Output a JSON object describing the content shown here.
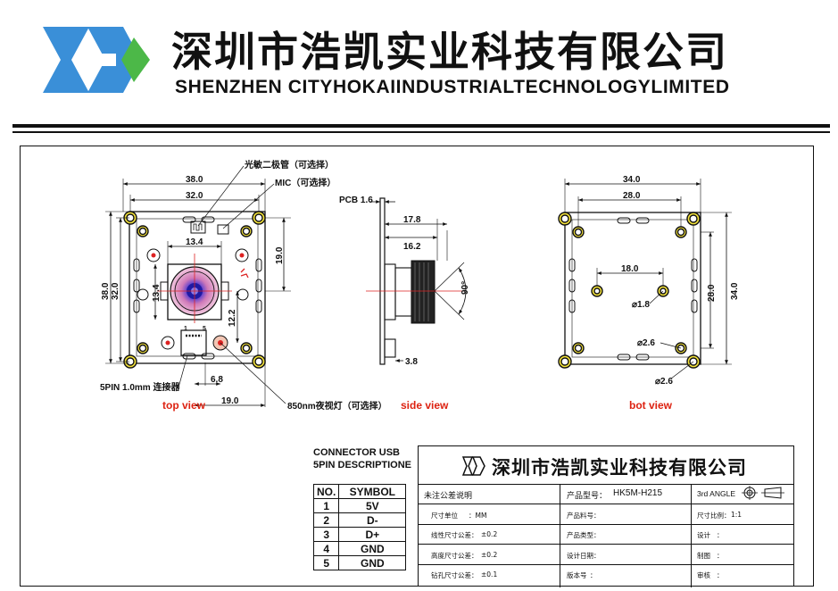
{
  "header": {
    "company_cn": "深圳市浩凯实业科技有限公司",
    "company_en": "SHENZHEN CITYHOKAIINDUSTRIALTECHNOLOGYLIMITED",
    "logo_colors": {
      "blue": "#3a8fd8",
      "green": "#4cb848"
    }
  },
  "drawing": {
    "top_view": {
      "label": "top view",
      "dims": {
        "w_outer": "38.0",
        "w_inner": "32.0",
        "lens_w": "13.4",
        "h_outer": "38.0",
        "h_inner": "32.0",
        "lens_h": "13.4",
        "right_h": "19.0",
        "lens_off": "12.2",
        "conn_off": "6.8",
        "bottom_w": "19.0"
      },
      "callouts": {
        "photodiode": "光敏二极管（可选择）",
        "mic": "MIC（可选择）",
        "connector": "5PIN 1.0mm 连接器",
        "ir_led": "850nm夜视灯（可选择）"
      },
      "conn_pins": {
        "p1": "1",
        "p5": "5"
      }
    },
    "side_view": {
      "label": "side view",
      "dims": {
        "pcb": "PCB 1.6",
        "h1": "17.8",
        "h2": "16.2",
        "angle": "90°",
        "bottom": "3.8"
      }
    },
    "bot_view": {
      "label": "bot view",
      "dims": {
        "w_outer": "34.0",
        "w_inner": "28.0",
        "hole_span": "18.0",
        "hole_d": "⌀1.8",
        "h_inner": "28.0",
        "h_outer": "34.0",
        "corner_d1": "⌀2.6",
        "corner_d2": "⌀2.6"
      }
    }
  },
  "connector": {
    "title_line1": "CONNECTOR USB",
    "title_line2": "5PIN DESCRIPTIONE",
    "headers": [
      "NO.",
      "SYMBOL"
    ],
    "rows": [
      [
        "1",
        "5V"
      ],
      [
        "2",
        "D-"
      ],
      [
        "3",
        "D+"
      ],
      [
        "4",
        "GND"
      ],
      [
        "5",
        "GND"
      ]
    ]
  },
  "title_block": {
    "company": "深圳市浩凯实业科技有限公司",
    "tolerance_title": "未注公差说明",
    "model_label": "产品型号：",
    "model_value": "HK5M-H215",
    "projection": "3rd ANGLE",
    "unit_label": "尺寸单位",
    "unit_value": "：MM",
    "material_label": "产品料号：",
    "scale_label": "尺寸比例：",
    "scale_value": "1:1",
    "linear_tol_label": "线性尺寸公差：",
    "linear_tol_value": "±0.2",
    "type_label": "产品类型：",
    "design_label": "设计",
    "height_tol_label": "高度尺寸公差：",
    "height_tol_value": "±0.2",
    "date_label": "设计日期：",
    "draw_label": "制图",
    "hole_tol_label": "钻孔尺寸公差：",
    "hole_tol_value": "±0.1",
    "version_label": "版本号",
    "review_label": "审核",
    "colon": "："
  }
}
